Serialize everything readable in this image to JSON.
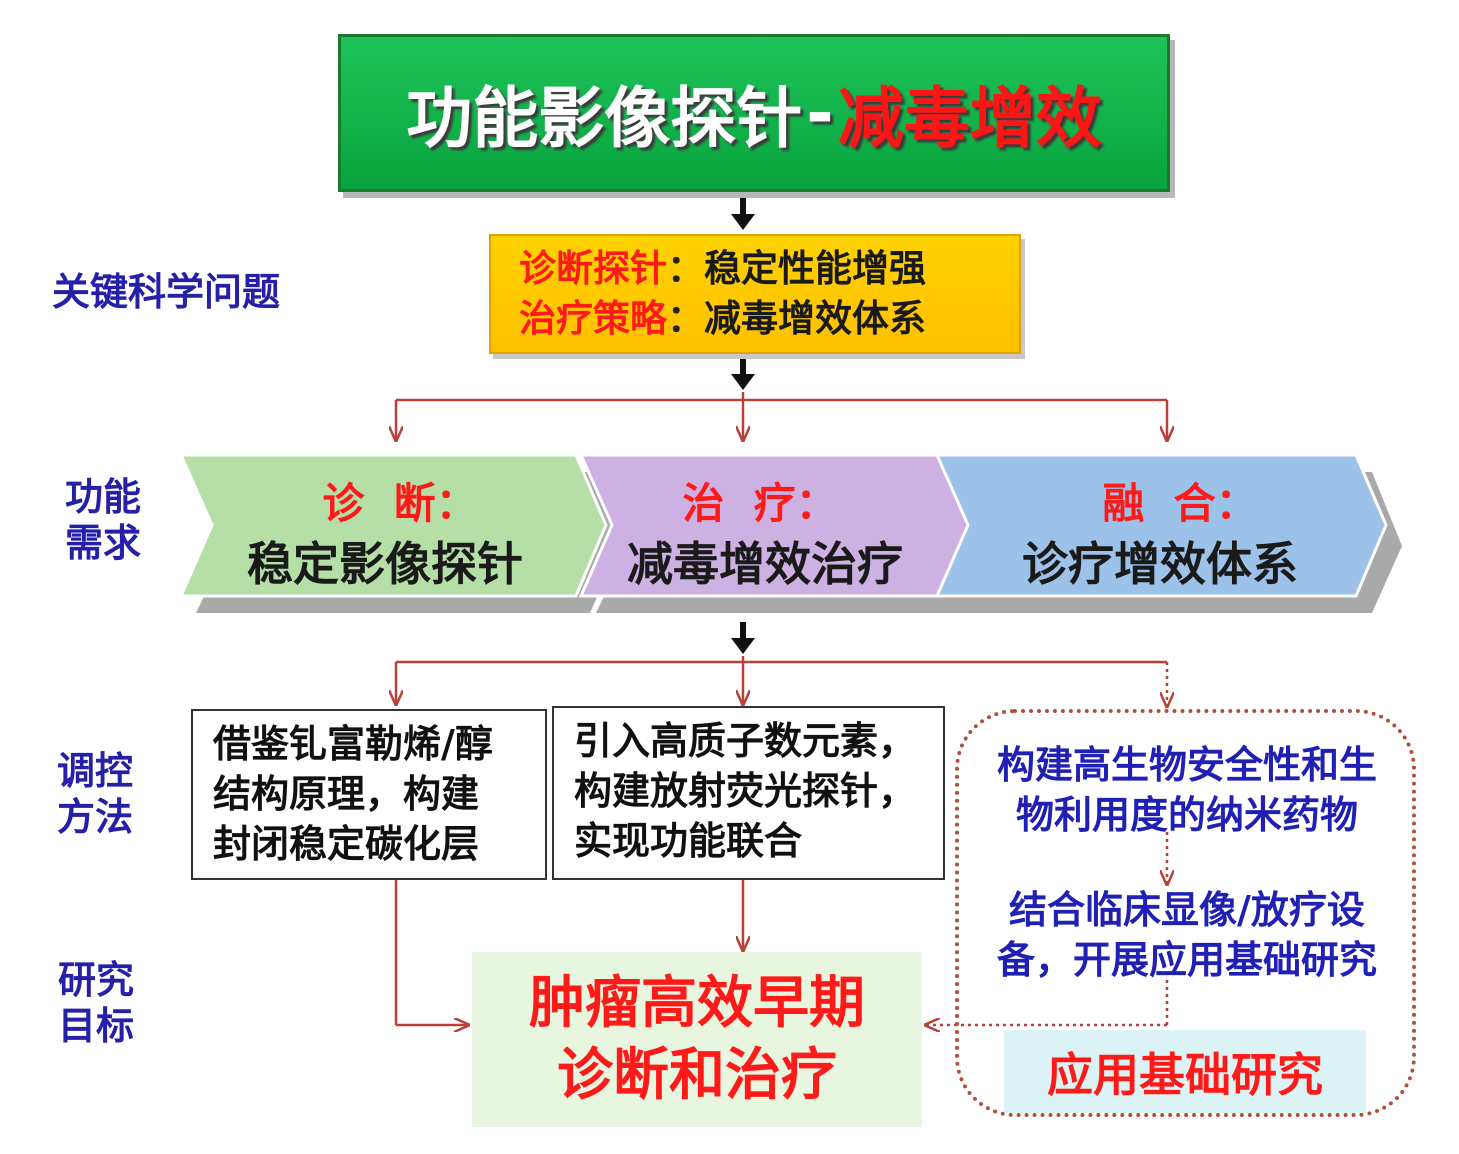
{
  "title": {
    "main": "功能影像探针",
    "dash": "-",
    "accent": "减毒增效",
    "colors": {
      "box": "#0db14b",
      "text": "#ffffff",
      "accent": "#ff1515"
    }
  },
  "key_problem": {
    "line1": {
      "label": "诊断探针",
      "sep": "：",
      "text": "稳定性能增强"
    },
    "line2": {
      "label": "治疗策略",
      "sep": "：",
      "text": "减毒增效体系"
    },
    "colors": {
      "box": "#ffc000",
      "label": "#ff1a1a"
    }
  },
  "side_labels": {
    "key": "关键科学问题",
    "func": "功能需求",
    "ctrl": "调控方法",
    "goal": "研究目标",
    "color": "#2421a8"
  },
  "demands": [
    {
      "heading": "诊  断：",
      "sub": "稳定影像探针",
      "color": "#b6dfa8"
    },
    {
      "heading": "治  疗：",
      "sub": "减毒增效治疗",
      "color": "#cdb1e2"
    },
    {
      "heading": "融  合：",
      "sub": "诊疗增效体系",
      "color": "#9cc2ea"
    }
  ],
  "methods": {
    "m1": [
      "借鉴钆富勒烯/醇",
      "结构原理，构建",
      "封闭稳定碳化层"
    ],
    "m2": [
      "引入高质子数元素，",
      "构建放射荧光探针，",
      "实现功能联合"
    ]
  },
  "fusion_path": {
    "nano": [
      "构建高生物安全性和生",
      "物利用度的纳米药物"
    ],
    "clinic": [
      "结合临床显像/放疗设",
      "备，开展应用基础研究"
    ],
    "applied": "应用基础研究",
    "text_color": "#2020b5"
  },
  "goal": [
    "肿瘤高效早期",
    "诊断和治疗"
  ],
  "connector_color": "#b8413a"
}
